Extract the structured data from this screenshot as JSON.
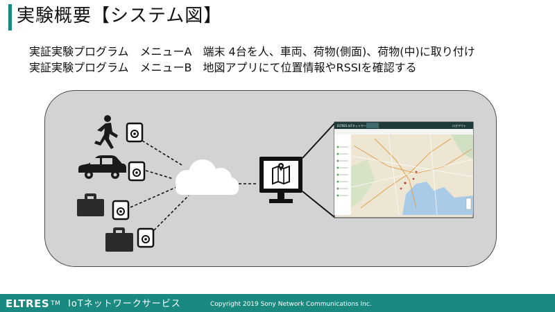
{
  "slide": {
    "title": "実験概要【システム図】",
    "line1": "実証実験プログラム　メニューA　端末 4台を人、車両、荷物(側面)、荷物(中)に取り付け",
    "line2": "実証実験プログラム　メニューB　地図アプリにて位置情報やRSSIを確認する"
  },
  "footer": {
    "brand": "ELTRES",
    "tm": "TM",
    "service": "IoTネットワークサービス",
    "copyright": "Copyright 2019 Sony Network Communications Inc."
  },
  "colors": {
    "accent": "#1a8a80",
    "panel": "#d3d3d3",
    "icon": "#1a1a1a"
  },
  "icons": [
    "person-running-icon",
    "car-icon",
    "briefcase-icon",
    "device-tag-icon",
    "cloud-icon",
    "monitor-map-icon",
    "map-screenshot"
  ]
}
